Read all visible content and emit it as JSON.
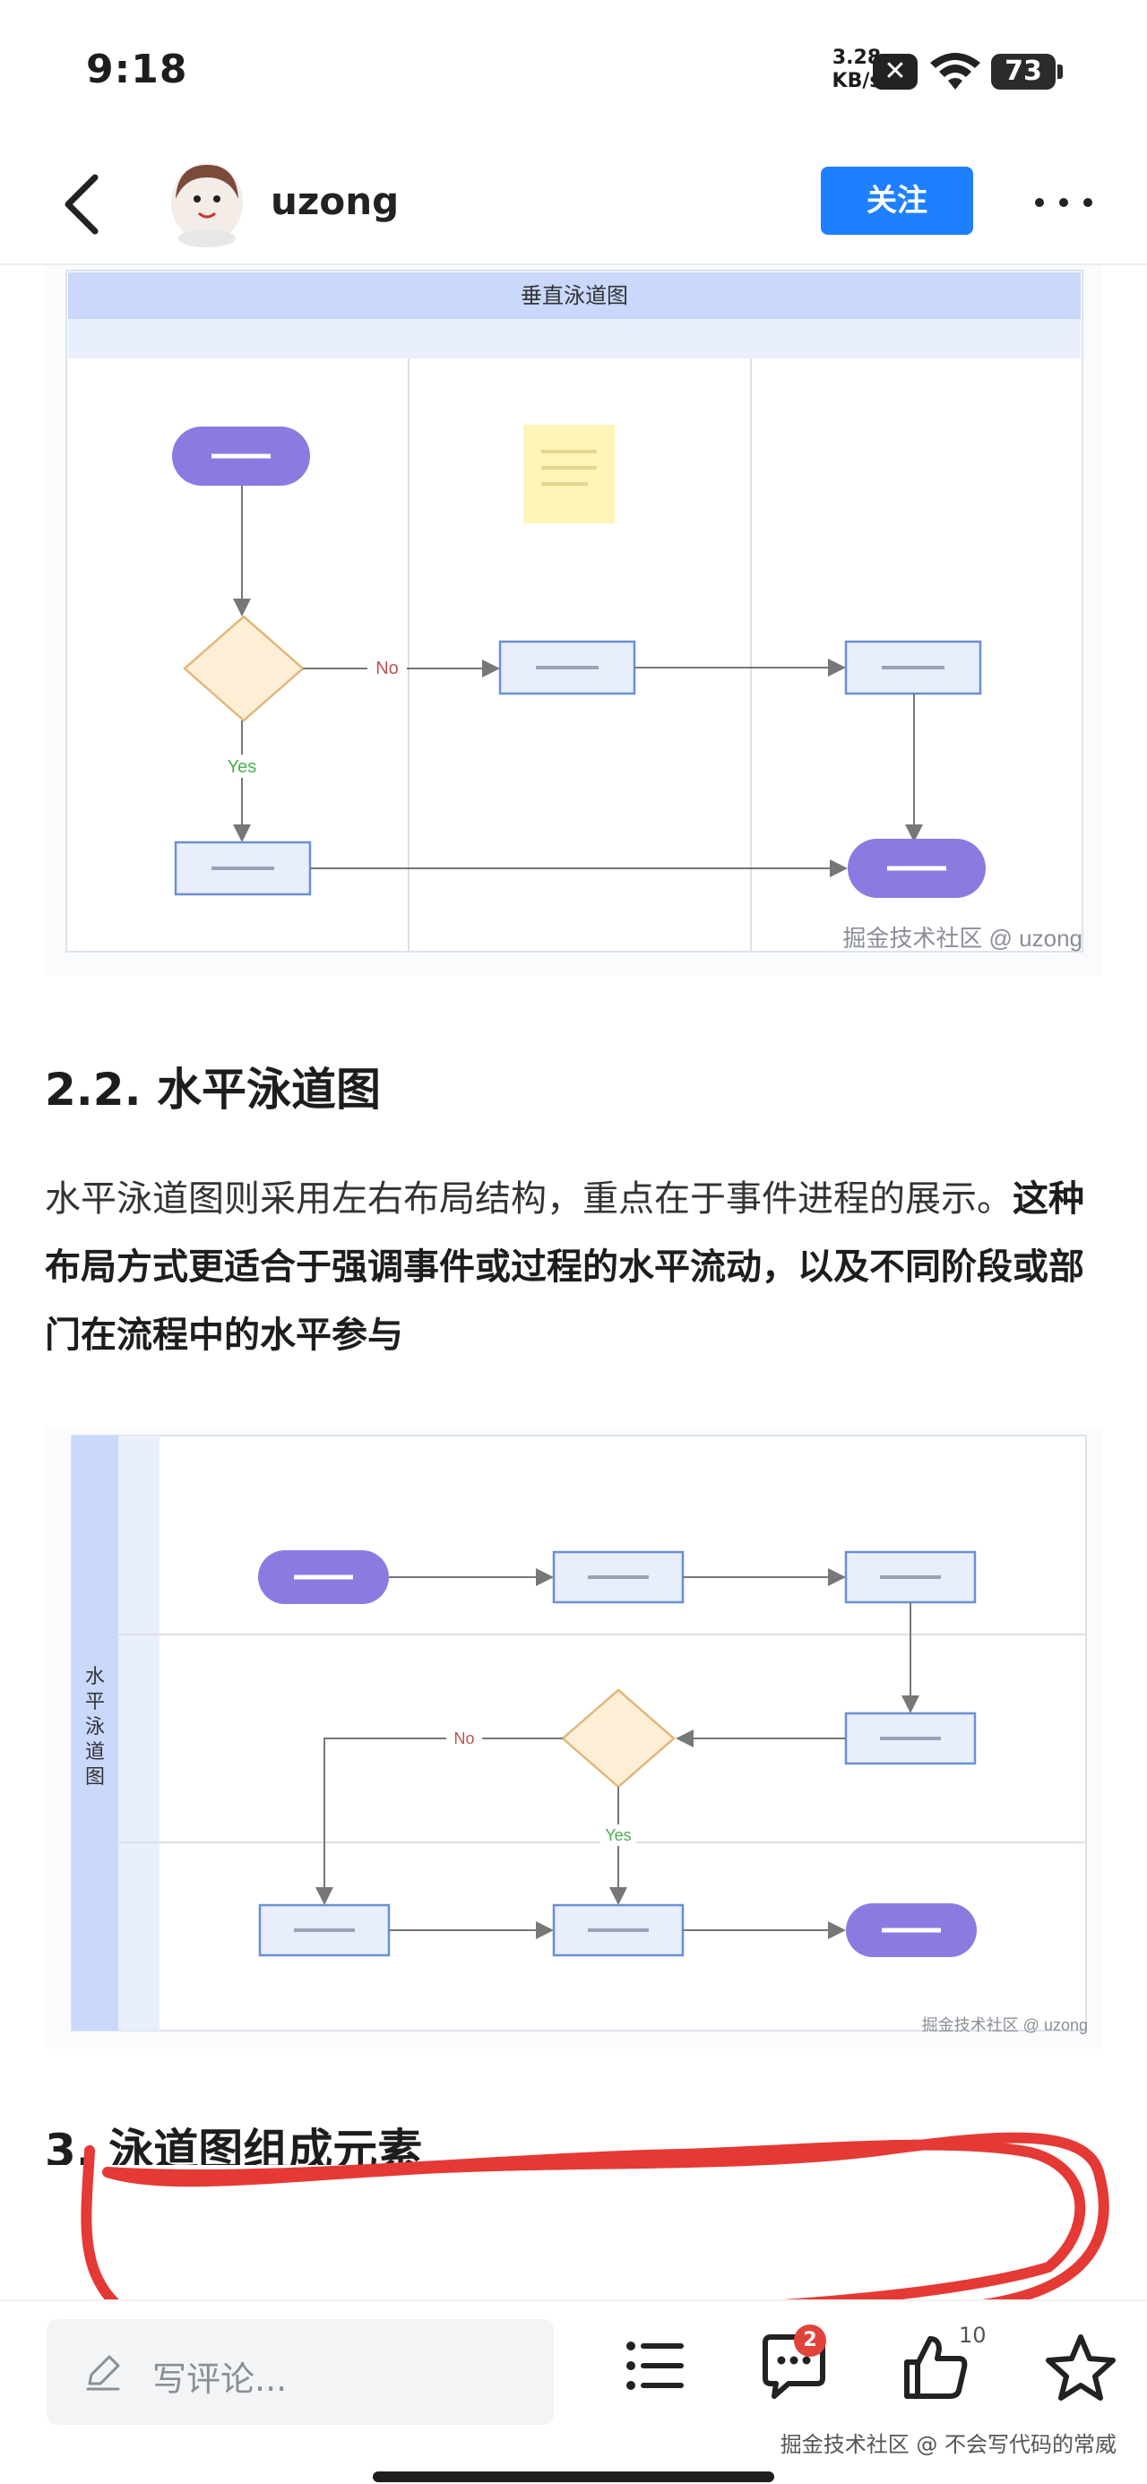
{
  "status_bar": {
    "time": "9:18",
    "net_speed_value": "3.28",
    "net_speed_unit": "KB/s",
    "battery": "73"
  },
  "header": {
    "username": "uzong",
    "follow_label": "关注"
  },
  "diagram_vertical": {
    "title": "垂直泳道图",
    "no_label": "No",
    "yes_label": "Yes",
    "watermark": "掘金技术社区 @ uzong"
  },
  "section_2_2": {
    "title": "2.2. 水平泳道图",
    "paragraph_normal": "水平泳道图则采用左右布局结构，重点在于事件进程的展示。",
    "paragraph_bold": "这种布局方式更适合于强调事件或过程的水平流动，以及不同阶段或部门在流程中的水平参与"
  },
  "diagram_horizontal": {
    "lane_title": [
      "水",
      "平",
      "泳",
      "道",
      "图"
    ],
    "no_label": "No",
    "yes_label": "Yes",
    "watermark": "掘金技术社区 @ uzong"
  },
  "section_3": {
    "title": "3. 泳道图组成元素"
  },
  "bottom_bar": {
    "comment_placeholder": "写评论...",
    "comment_badge": "2",
    "like_count": "10",
    "footer_watermark": "掘金技术社区 @ 不会写代码的常威"
  },
  "colors": {
    "accent": "#1e80ff",
    "terminal": "#8b7be0",
    "process_fill": "#e8eefb",
    "process_stroke": "#6b8fd6",
    "decision_fill": "#fdefd6",
    "decision_stroke": "#e2b77a",
    "lane_header": "#c9d8fb",
    "annotation": "#e53935"
  }
}
